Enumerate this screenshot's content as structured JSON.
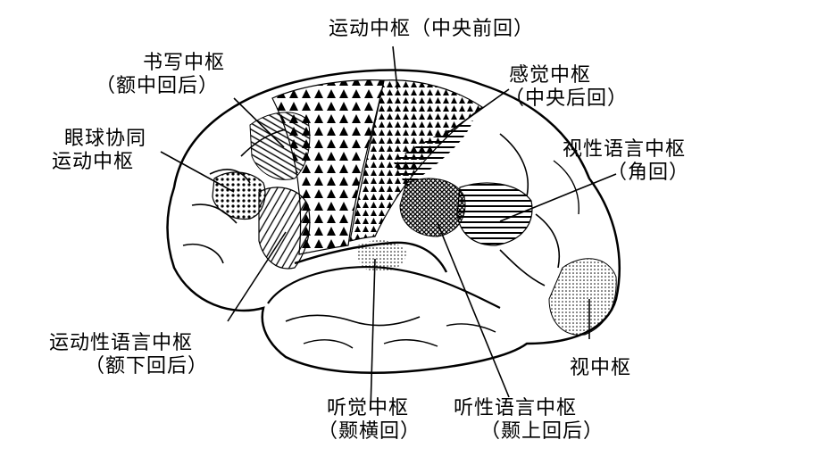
{
  "labels": {
    "motor": {
      "line1": "运动中枢（中央前回）"
    },
    "writing": {
      "line1": "书写中枢",
      "line2": "（额中回后）"
    },
    "sensory": {
      "line1": "感觉中枢",
      "line2": "（中央后回）"
    },
    "eye": {
      "line1": "眼球协同",
      "line2": "运动中枢"
    },
    "visual_lang": {
      "line1": "视性语言中枢",
      "line2": "（角回）"
    },
    "motor_lang": {
      "line1": "运动性语言中枢",
      "line2": "（额下回后）"
    },
    "visual": {
      "line1": "视中枢"
    },
    "auditory": {
      "line1": "听觉中枢",
      "line2": "（颞横回）"
    },
    "auditory_lang": {
      "line1": "听性语言中枢",
      "line2": "（颞上回后）"
    }
  }
}
